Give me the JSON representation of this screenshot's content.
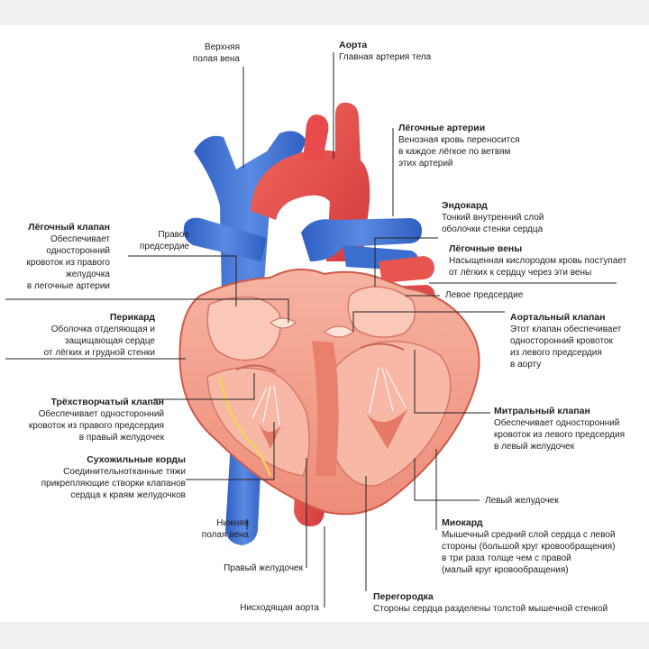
{
  "colors": {
    "background": "#f1f1f1",
    "canvas": "#ffffff",
    "artery_red": "#e7494a",
    "vein_blue": "#3a6fd0",
    "muscle_pink": "#f4a08e",
    "leader_line": "#222222"
  },
  "labels": {
    "svc": {
      "title": "",
      "desc": "Верхняя\nполая вена"
    },
    "aorta": {
      "title": "Аорта",
      "desc": "Главная артерия тела"
    },
    "pulm_art": {
      "title": "Лёгочные артерии",
      "desc": "Венозная кровь переносится\nв каждое лёгкое по ветвям\nэтих артерий"
    },
    "endocard": {
      "title": "Эндокард",
      "desc": "Тонкий внутренний слой\nоболочки стенки сердца"
    },
    "pulm_valve": {
      "title": "Лёгочный клапан",
      "desc": "Обеспечивает\nодносторонний\nкровоток из правого\nжелудочка\nв легочные артерии"
    },
    "right_atrium": {
      "title": "",
      "desc": "Правое\nпредсердие"
    },
    "pulm_veins": {
      "title": "Лёгочные вены",
      "desc": "Насыщенная кислородом кровь поступает\nот лёгких к сердцу через эти вены"
    },
    "left_atrium": {
      "title": "",
      "desc": "Левое предсердие"
    },
    "pericard": {
      "title": "Перикард",
      "desc": "Оболочка отделяющая и\nзащищающая сердце\nот лёгких и грудной стенки"
    },
    "aortic_valve": {
      "title": "Аортальный клапан",
      "desc": "Этот клапан обеспечивает\nодносторонний кровоток\nиз левого предсердия\nв аорту"
    },
    "tricuspid": {
      "title": "Трёхстворчатый клапан",
      "desc": "Обеспечивает односторонний\nкровоток из правого предсердия\nв правый желудочек"
    },
    "mitral": {
      "title": "Митральный клапан",
      "desc": "Обеспечивает односторонний\nкровоток из левого предсердия\nв левый желудочек"
    },
    "chordae": {
      "title": "Сухожильные корды",
      "desc": "Соединительнотканные тяжи\nприкрепляющие створки клапанов\nсердца к краям желудочков"
    },
    "left_ventricle": {
      "title": "",
      "desc": "Левый желудочек"
    },
    "ivc": {
      "title": "",
      "desc": "Нижняя\nполая вена"
    },
    "myocard": {
      "title": "Миокард",
      "desc": "Мышечный средний слой сердца с левой\nстороны (большой круг кровообращения)\nв три раза толще чем с правой\n(малый круг кровообращения)"
    },
    "right_ventricle": {
      "title": "",
      "desc": "Правый желудочек"
    },
    "desc_aorta": {
      "title": "",
      "desc": "Нисходящая аорта"
    },
    "septum": {
      "title": "Перегородка",
      "desc": "Стороны сердца разделены толстой мышечной стенкой"
    }
  }
}
